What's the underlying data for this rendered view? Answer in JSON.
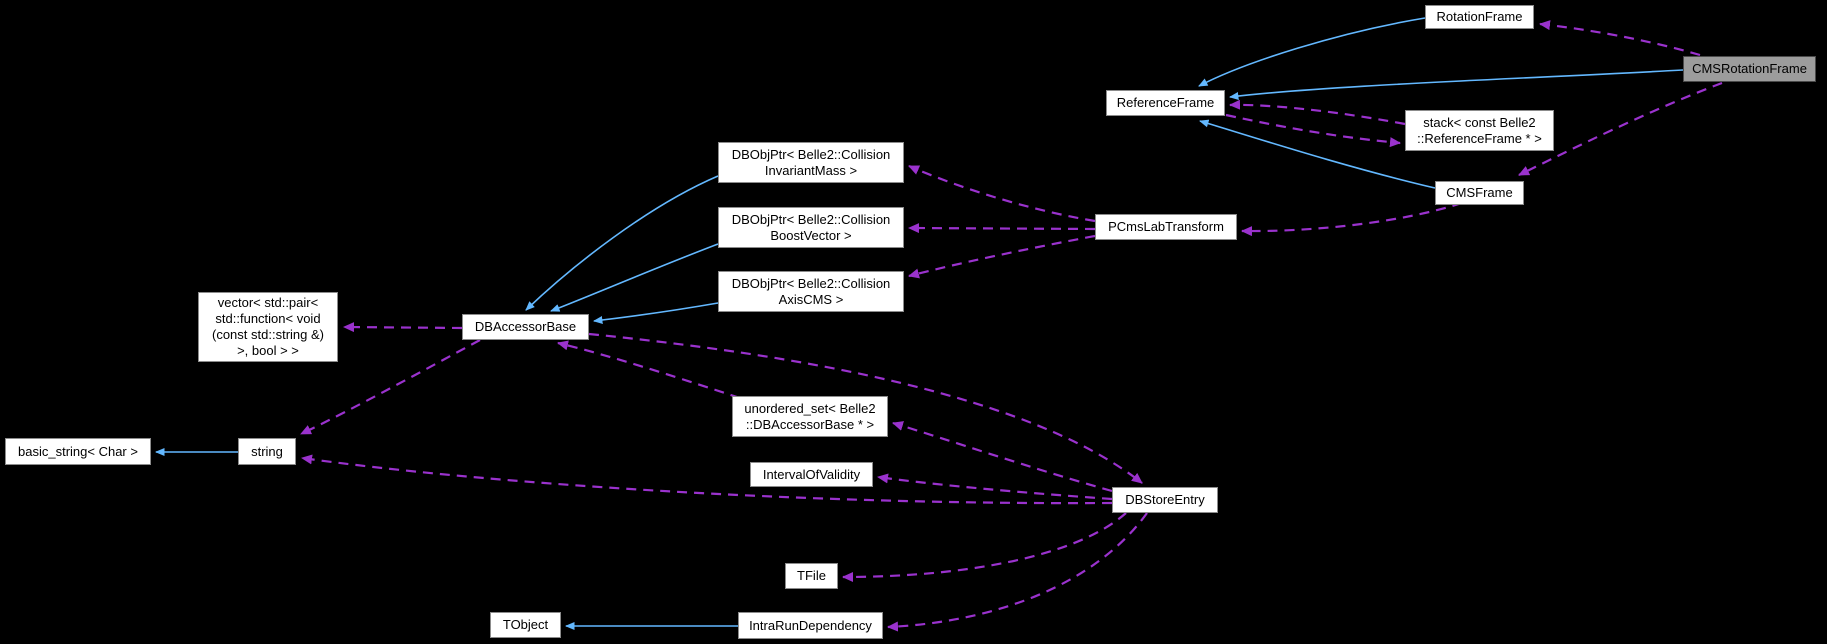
{
  "diagram": {
    "kind": "collaboration-graph",
    "highlighted_node": "CMSRotationFrame"
  },
  "colors": {
    "background": "#000000",
    "inheritance_edge": "#63b8ff",
    "usage_edge": "#9a32cd",
    "node_fill": "#ffffff",
    "node_border": "#8c8c8c",
    "highlight_fill": "#9c9c9c",
    "highlight_border": "#4a4a4a",
    "node_text": "#000000"
  },
  "nodes": {
    "rotation_frame": {
      "label": "RotationFrame"
    },
    "cms_rotation_frame": {
      "label": "CMSRotationFrame"
    },
    "reference_frame": {
      "label": "ReferenceFrame"
    },
    "stack_reference_frame": {
      "label": "stack< const Belle2\n::ReferenceFrame * >"
    },
    "cms_frame": {
      "label": "CMSFrame"
    },
    "pcms_lab_transform": {
      "label": "PCmsLabTransform"
    },
    "dbobjptr_invariant_mass": {
      "label": "DBObjPtr< Belle2::Collision\nInvariantMass >"
    },
    "dbobjptr_boost_vector": {
      "label": "DBObjPtr< Belle2::Collision\nBoostVector >"
    },
    "dbobjptr_axis_cms": {
      "label": "DBObjPtr< Belle2::Collision\nAxisCMS >"
    },
    "db_accessor_base": {
      "label": "DBAccessorBase"
    },
    "vector_pair": {
      "label": "vector< std::pair<\nstd::function< void\n(const std::string &)\n>, bool > >"
    },
    "basic_string": {
      "label": "basic_string< Char >"
    },
    "string": {
      "label": "string"
    },
    "unordered_set": {
      "label": "unordered_set< Belle2\n::DBAccessorBase * >"
    },
    "interval_of_validity": {
      "label": "IntervalOfValidity"
    },
    "db_store_entry": {
      "label": "DBStoreEntry"
    },
    "tfile": {
      "label": "TFile"
    },
    "tobject": {
      "label": "TObject"
    },
    "intra_run_dependency": {
      "label": "IntraRunDependency"
    }
  },
  "edges": [
    {
      "from": "RotationFrame",
      "to": "ReferenceFrame",
      "type": "inheritance"
    },
    {
      "from": "CMSRotationFrame",
      "to": "ReferenceFrame",
      "type": "inheritance"
    },
    {
      "from": "CMSFrame",
      "to": "ReferenceFrame",
      "type": "inheritance"
    },
    {
      "from": "DBObjPtr< Belle2::CollisionInvariantMass >",
      "to": "DBAccessorBase",
      "type": "inheritance"
    },
    {
      "from": "DBObjPtr< Belle2::CollisionBoostVector >",
      "to": "DBAccessorBase",
      "type": "inheritance"
    },
    {
      "from": "DBObjPtr< Belle2::CollisionAxisCMS >",
      "to": "DBAccessorBase",
      "type": "inheritance"
    },
    {
      "from": "string",
      "to": "basic_string< Char >",
      "type": "inheritance"
    },
    {
      "from": "IntraRunDependency",
      "to": "TObject",
      "type": "inheritance"
    },
    {
      "from": "CMSRotationFrame",
      "to": "RotationFrame",
      "type": "usage"
    },
    {
      "from": "CMSRotationFrame",
      "to": "CMSFrame",
      "type": "usage"
    },
    {
      "from": "stack< const Belle2::ReferenceFrame * >",
      "to": "ReferenceFrame",
      "type": "usage"
    },
    {
      "from": "ReferenceFrame",
      "to": "stack< const Belle2::ReferenceFrame * >",
      "type": "usage"
    },
    {
      "from": "CMSFrame",
      "to": "PCmsLabTransform",
      "type": "usage"
    },
    {
      "from": "PCmsLabTransform",
      "to": "DBObjPtr< Belle2::CollisionInvariantMass >",
      "type": "usage"
    },
    {
      "from": "PCmsLabTransform",
      "to": "DBObjPtr< Belle2::CollisionBoostVector >",
      "type": "usage"
    },
    {
      "from": "PCmsLabTransform",
      "to": "DBObjPtr< Belle2::CollisionAxisCMS >",
      "type": "usage"
    },
    {
      "from": "DBAccessorBase",
      "to": "vector< std::pair< std::function< void(const std::string &) >, bool > >",
      "type": "usage"
    },
    {
      "from": "DBAccessorBase",
      "to": "string",
      "type": "usage"
    },
    {
      "from": "DBAccessorBase",
      "to": "DBStoreEntry",
      "type": "usage"
    },
    {
      "from": "unordered_set< Belle2::DBAccessorBase * >",
      "to": "DBAccessorBase",
      "type": "usage"
    },
    {
      "from": "DBStoreEntry",
      "to": "unordered_set< Belle2::DBAccessorBase * >",
      "type": "usage"
    },
    {
      "from": "DBStoreEntry",
      "to": "IntervalOfValidity",
      "type": "usage"
    },
    {
      "from": "DBStoreEntry",
      "to": "string",
      "type": "usage"
    },
    {
      "from": "DBStoreEntry",
      "to": "TFile",
      "type": "usage"
    },
    {
      "from": "DBStoreEntry",
      "to": "IntraRunDependency",
      "type": "usage"
    }
  ]
}
